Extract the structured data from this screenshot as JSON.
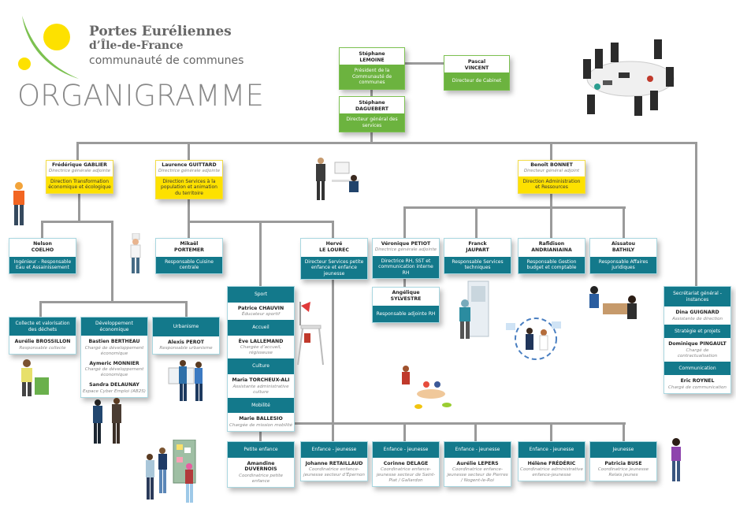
{
  "header": {
    "brand_line1": "Portes Euréliennes",
    "brand_line2": "d’Île-de-France",
    "brand_line3": "communauté de communes",
    "title": "ORGANIGRAMME",
    "colors": {
      "green": "#6cb33f",
      "yellow": "#fde100",
      "teal": "#13798b",
      "connector": "#9a9a9a"
    }
  },
  "top": {
    "president": {
      "first": "Stéphane",
      "last": "LEMOINE",
      "role": "Président de la Communauté de communes"
    },
    "cabinet": {
      "first": "Pascal",
      "last": "VINCENT",
      "role": "Directeur de Cabinet"
    },
    "dgs": {
      "first": "Stéphane",
      "last": "DAGUEBERT",
      "role": "Directeur général des services"
    }
  },
  "directors": [
    {
      "name": "Frédérique GABLIER",
      "title": "Directrice générale adjointe",
      "direction": "Direction Transformation économique et écologique"
    },
    {
      "name": "Laurence GUITTARD",
      "title": "Directrice générale adjointe",
      "direction": "Direction Services à la population et animation du territoire"
    },
    {
      "name": "Benoît BONNET",
      "title": "Directeur général adjoint",
      "direction": "Direction Administration et Ressources"
    }
  ],
  "managers": [
    {
      "first": "Nelson",
      "last": "COELHO",
      "role": "Ingénieur - Responsable Eau et Assainissement"
    },
    {
      "first": "Mikaël",
      "last": "PORTEMER",
      "role": "Responsable Cuisine centrale"
    },
    {
      "first": "Hervé",
      "last": "LE LOUREC",
      "role": "Directeur Services petite enfance et enfance jeunesse"
    },
    {
      "first": "Véronique PETIOT",
      "last": "Directrice générale adjointe",
      "role": "Directrice RH, SST et communication interne RH"
    },
    {
      "first": "Franck",
      "last": "JAUPART",
      "role": "Responsable Services techniques"
    },
    {
      "first": "Rafidison",
      "last": "ANDRIANIAINA",
      "role": "Responsable Gestion budget et comptable"
    },
    {
      "first": "Aïssatou",
      "last": "BATHILY",
      "role": "Responsable Affaires juridiques"
    }
  ],
  "rh_deputy": {
    "first": "Angélique",
    "last": "SYLVESTRE",
    "role": "Responsable adjointe RH"
  },
  "eco_units": [
    {
      "unit": "Collecte et valorisation des déchets",
      "people": [
        {
          "name": "Aurélie BROSSILLON",
          "role": "Responsable collecte"
        }
      ]
    },
    {
      "unit": "Développement économique",
      "people": [
        {
          "name": "Bastien BERTHEAU",
          "role": "Chargé de développement économique"
        },
        {
          "name": "Aymeric MONNIER",
          "role": "Chargé de développement économique"
        },
        {
          "name": "Sandra DELAUNAY",
          "role": "Espace Cyber Emploi (AB2S)"
        }
      ]
    },
    {
      "unit": "Urbanisme",
      "people": [
        {
          "name": "Alexis PEROT",
          "role": "Responsable urbanisme"
        }
      ]
    }
  ],
  "population_units": [
    {
      "unit": "Sport",
      "name": "Patrice CHAUVIN",
      "role": "Éducateur sportif"
    },
    {
      "unit": "Accueil",
      "name": "Ève LALLEMAND",
      "role": "Chargée d’accueil, régisseuse"
    },
    {
      "unit": "Culture",
      "name": "Maria TORCHEUX-ALI",
      "role": "Assistante administrative culture"
    },
    {
      "unit": "Mobilité",
      "name": "Marie BALLESIO",
      "role": "Chargée de mission mobilité"
    }
  ],
  "sg_units": [
    {
      "unit": "Secrétariat général - instances",
      "name": "Dina GUIGNARD",
      "role": "Assistante de direction"
    },
    {
      "unit": "Stratégie et projets",
      "name": "Dominique PINGAULT",
      "role": "Chargé de contractualisation"
    },
    {
      "unit": "Communication",
      "name": "Eric ROYNEL",
      "role": "Chargé de communication"
    }
  ],
  "childhood_units": [
    {
      "unit": "Petite enfance",
      "name": "Amandine DUVERNOIS",
      "role": "Coordinatrice petite enfance"
    },
    {
      "unit": "Enfance - jeunesse",
      "name": "Johanne RETAILLAUD",
      "role": "Coordinatrice enfance-jeunesse secteur d’Épernon"
    },
    {
      "unit": "Enfance - jeunesse",
      "name": "Corinne DELAGE",
      "role": "Coordinatrice enfance-jeunesse secteur de Saint-Piat / Gallardon"
    },
    {
      "unit": "Enfance - jeunesse",
      "name": "Aurélie LEPERS",
      "role": "Coordinatrice enfance-jeunesse secteur de Pierres / Nogent-le-Roi"
    },
    {
      "unit": "Enfance - jeunesse",
      "name": "Hélène FRÉDÉRIC",
      "role": "Coordinatrice administrative enfance-jeunesse"
    },
    {
      "unit": "Jeunesse",
      "name": "Patricia BUSE",
      "role": "Coordinatrice jeunesse Relais jeunes"
    }
  ]
}
